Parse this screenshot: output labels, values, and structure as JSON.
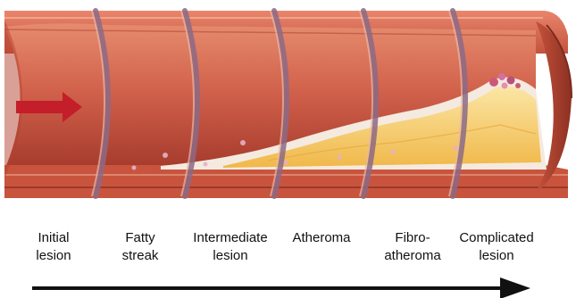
{
  "stages": [
    {
      "line1": "Initial",
      "line2": "lesion"
    },
    {
      "line1": "Fatty",
      "line2": "streak"
    },
    {
      "line1": "Intermediate",
      "line2": "lesion"
    },
    {
      "line1": "Atheroma",
      "line2": ""
    },
    {
      "line1": "Fibro-",
      "line2": "atheroma"
    },
    {
      "line1": "Complicated",
      "line2": "lesion"
    }
  ],
  "colors": {
    "wall": "#d8674f",
    "wall_dark": "#b4412f",
    "lumen": "#c84a3a",
    "plaque": "#f2c565",
    "plaque_light": "#fbe6a5",
    "fibrous_cap": "#f4eadf",
    "divider": "#8c6a86",
    "flow_arrow": "#c41e2a",
    "progress_arrow": "#111111"
  }
}
